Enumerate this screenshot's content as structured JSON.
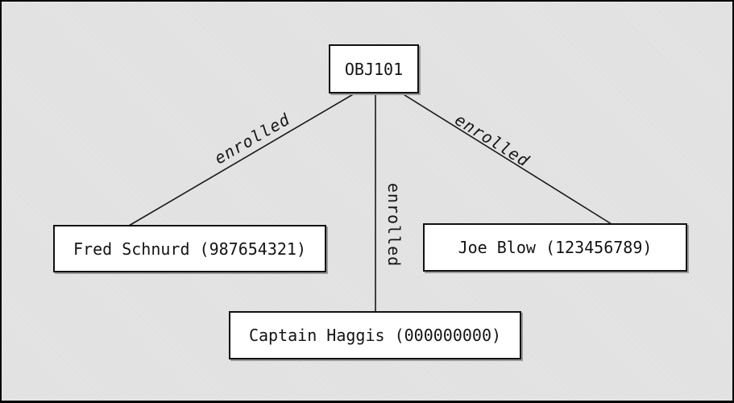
{
  "diagram": {
    "colors": {
      "background": "#e5e5e5",
      "node_fill": "#ffffff",
      "node_border": "#111111",
      "node_shadow": "#9b9b9b",
      "edge_line": "#1a1a1a",
      "text": "#141414"
    },
    "nodes": [
      {
        "id": "obj101",
        "label": "OBJ101"
      },
      {
        "id": "fred",
        "label": "Fred Schnurd (987654321)"
      },
      {
        "id": "joe",
        "label": "Joe Blow (123456789)"
      },
      {
        "id": "captain",
        "label": "Captain Haggis (000000000)"
      }
    ],
    "edges": [
      {
        "from": "obj101",
        "to": "fred",
        "label": "enrolled"
      },
      {
        "from": "obj101",
        "to": "captain",
        "label": "enrolled"
      },
      {
        "from": "obj101",
        "to": "joe",
        "label": "enrolled"
      }
    ]
  }
}
